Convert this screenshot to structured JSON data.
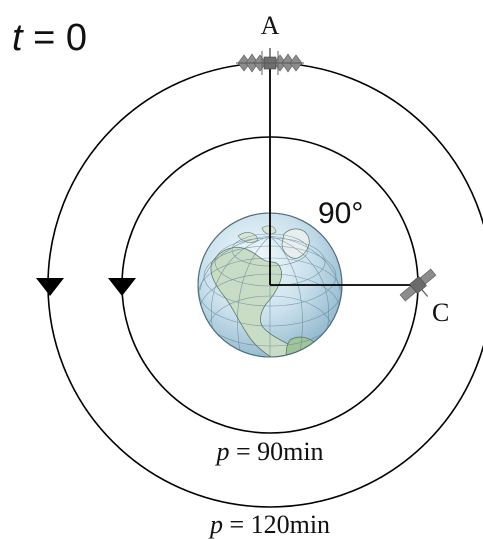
{
  "time_label": {
    "var": "t",
    "rest": " = 0"
  },
  "satellite_a": {
    "label": "A"
  },
  "satellite_c": {
    "label": "C"
  },
  "angle": {
    "label": "90°"
  },
  "inner_orbit": {
    "var": "p",
    "rest": " = 90min"
  },
  "outer_orbit": {
    "var": "p",
    "rest": " = 120min"
  },
  "colors": {
    "line": "#000000",
    "ocean": "#bcd7e6",
    "land": "#c4d9c4",
    "satellite": "#7a7a7a"
  },
  "icons": {
    "earth": "globe-icon",
    "satellite": "satellite-icon",
    "direction": "triangle-down-icon"
  }
}
